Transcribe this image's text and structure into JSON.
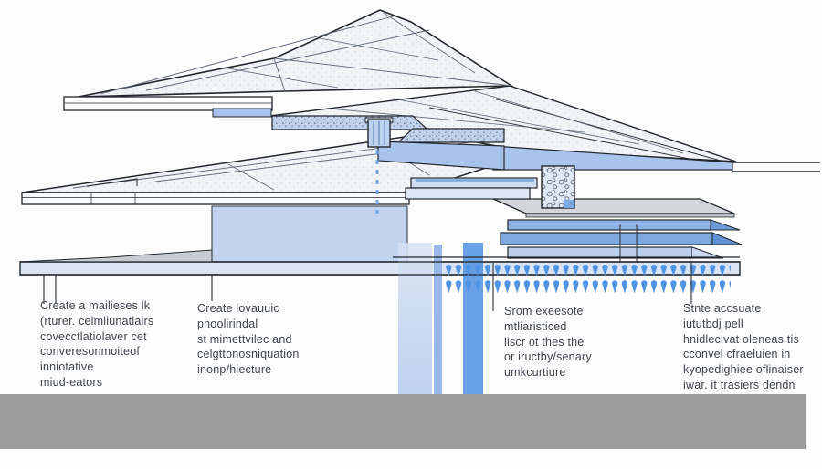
{
  "figure": {
    "kind": "architectural-roof-water-section-diagram",
    "colors": {
      "outline": "#23272c",
      "water_accent_blue": "#4f93e4",
      "layer_blue": "#a9c4ec",
      "block_blue": "#c2d3f0",
      "slab_light_blue": "#dbe4f2",
      "slab_gray": "#d3d7dd",
      "ground_gray": "#9c9c9c",
      "annotation_text": "#3f444b"
    },
    "annotations": [
      {
        "text": "Create a mailieses lk\n(rturer. celmliunatlairs\n covecctlatiolaver cet\nconveresonmoiteof\ninniotative\nmiud-eators"
      },
      {
        "text": "Create lovauuic\nphoolirindal\nst mimettvilec and\ncelgttonosniquation\ninonp/hiecture"
      },
      {
        "text": "Srom exeesote\nmtliaristiced\nliscr ot thes the\nor iructby/senary\numkcurtiure"
      },
      {
        "text": "Stnte accsuate\niututbdj pell\nhnidleclvat oleneas tis\ncconvel cfraeluien in\nkyopedighiee oflinaiser\niwar. it trasiers dendn"
      }
    ]
  }
}
